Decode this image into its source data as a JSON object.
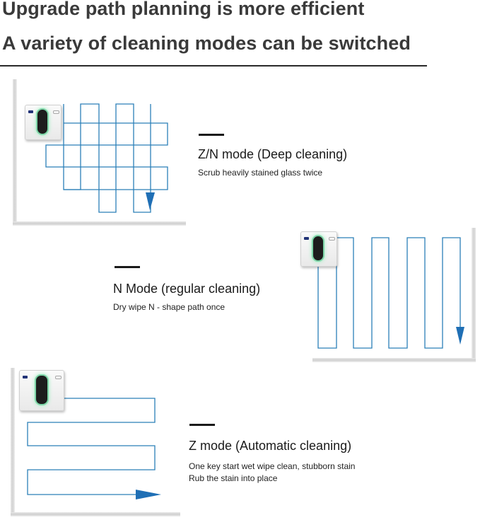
{
  "header": {
    "line1": "Upgrade path planning is more efficient",
    "line2": "A variety of cleaning modes can be switched"
  },
  "modes": [
    {
      "title": "Z/N mode (Deep cleaning)",
      "desc_lines": [
        "Scrub heavily stained glass twice"
      ]
    },
    {
      "title": "N Mode (regular cleaning)",
      "desc_lines": [
        "Dry wipe N - shape path once"
      ]
    },
    {
      "title": "Z mode (Automatic cleaning)",
      "desc_lines": [
        "One key start wet wipe clean, stubborn stain",
        "Rub the stain into place"
      ]
    }
  ],
  "colors": {
    "path": "#2b7fb8",
    "arrow": "#1f6fb5",
    "headline": "#3a3a3a",
    "robot_glow": "#7ed6a8"
  },
  "icons": [
    "window-cleaning-robot-icon",
    "arrow-down-icon",
    "arrow-right-icon"
  ]
}
